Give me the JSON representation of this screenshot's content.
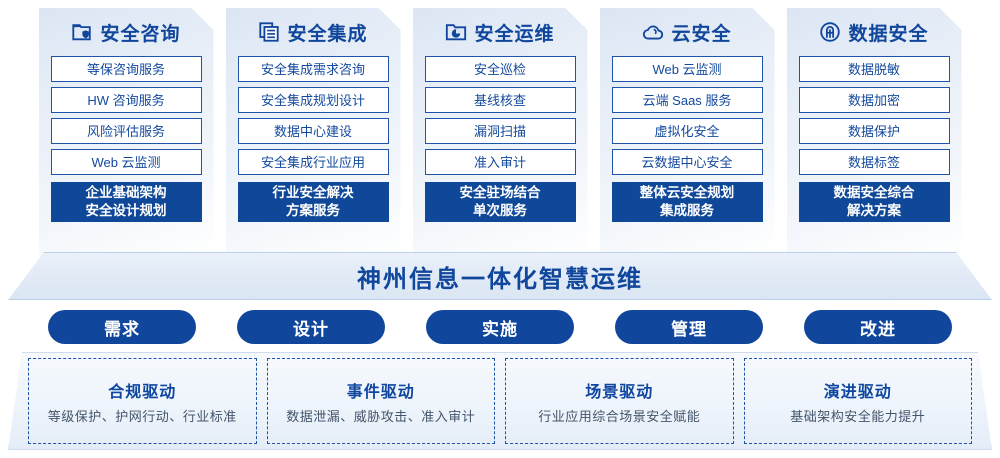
{
  "columns": [
    {
      "icon": "folder-shield-icon",
      "title": "安全咨询",
      "items": [
        "等保咨询服务",
        "HW 咨询服务",
        "风险评估服务",
        "Web 云监测"
      ],
      "highlight": [
        "企业基础架构",
        "安全设计规划"
      ]
    },
    {
      "icon": "stacked-documents-icon",
      "title": "安全集成",
      "items": [
        "安全集成需求咨询",
        "安全集成规划设计",
        "数据中心建设",
        "安全集成行业应用"
      ],
      "highlight": [
        "行业安全解决",
        "方案服务"
      ]
    },
    {
      "icon": "folder-chart-icon",
      "title": "安全运维",
      "items": [
        "安全巡检",
        "基线核查",
        "漏洞扫描",
        "准入审计"
      ],
      "highlight": [
        "安全驻场结合",
        "单次服务"
      ]
    },
    {
      "icon": "cloud-icon",
      "title": "云安全",
      "items": [
        "Web 云监测",
        "云端 Saas 服务",
        "虚拟化安全",
        "云数据中心安全"
      ],
      "highlight": [
        "整体云安全规划",
        "集成服务"
      ]
    },
    {
      "icon": "fingerprint-icon",
      "title": "数据安全",
      "items": [
        "数据脱敏",
        "数据加密",
        "数据保护",
        "数据标签"
      ],
      "highlight": [
        "数据安全综合",
        "解决方案"
      ]
    }
  ],
  "banner": {
    "text": "神州信息一体化智慧运维"
  },
  "pills": [
    {
      "label": "需求"
    },
    {
      "label": "设计"
    },
    {
      "label": "实施"
    },
    {
      "label": "管理"
    },
    {
      "label": "改进"
    }
  ],
  "drivers": [
    {
      "title": "合规驱动",
      "sub": "等级保护、护网行动、行业标准"
    },
    {
      "title": "事件驱动",
      "sub": "数据泄漏、威胁攻击、准入审计"
    },
    {
      "title": "场景驱动",
      "sub": "行业应用综合场景安全赋能"
    },
    {
      "title": "演进驱动",
      "sub": "基础架构安全能力提升"
    }
  ],
  "colors": {
    "brand_blue": "#10469b",
    "card_border": "#1f55a8",
    "text_gray": "#44556b"
  }
}
